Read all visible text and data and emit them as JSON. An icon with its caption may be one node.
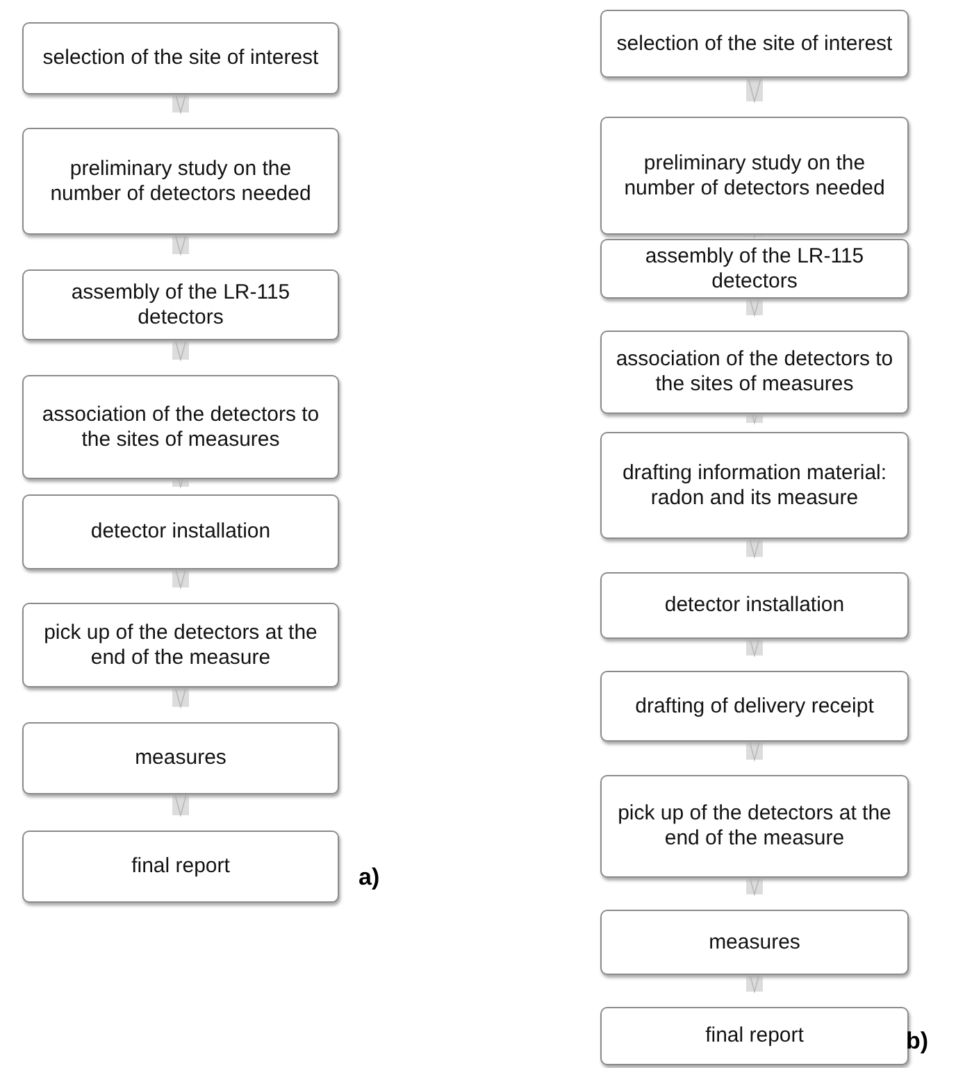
{
  "diagram": {
    "nodes": [
      {
        "text": [
          "selection of the site of interest"
        ]
      },
      {
        "text": [
          "preliminary study on the number of detectors needed"
        ]
      },
      {
        "text": [
          "assembly of the LR-115 detectors"
        ]
      },
      {
        "text": [
          "association of the detectors to the sites of measures"
        ]
      },
      {
        "text": [
          "detector installation"
        ]
      },
      {
        "text": [
          "pick up of the detectors at the end of the measure"
        ]
      },
      {
        "text": [
          "measures"
        ]
      },
      {
        "text": [
          "final report"
        ]
      },
      {
        "text": [
          "selection of the site of interest"
        ]
      },
      {
        "text": [
          "preliminary study on the number of detectors needed"
        ]
      },
      {
        "text": [
          "assembly of the LR-115 detectors"
        ]
      },
      {
        "text": [
          "association of the detectors to the sites of measures"
        ]
      },
      {
        "text": [
          "drafting information material: radon and its measure"
        ]
      },
      {
        "text": [
          "detector installation"
        ]
      },
      {
        "text": [
          "drafting of delivery receipt"
        ]
      },
      {
        "text": [
          "pick up of the detectors at the end of the measure"
        ]
      },
      {
        "text": [
          "measures"
        ]
      },
      {
        "text": [
          "final report"
        ]
      }
    ],
    "edges": [
      {
        "from": 0,
        "to": 1,
        "arrow": "to"
      },
      {
        "from": 1,
        "to": 2,
        "arrow": "to"
      },
      {
        "from": 2,
        "to": 3,
        "arrow": "to"
      },
      {
        "from": 3,
        "to": 4,
        "arrow": "to"
      },
      {
        "from": 4,
        "to": 5,
        "arrow": "to"
      },
      {
        "from": 5,
        "to": 6,
        "arrow": "to"
      },
      {
        "from": 6,
        "to": 7,
        "arrow": "to"
      },
      {
        "from": 8,
        "to": 9,
        "arrow": "to"
      },
      {
        "from": 9,
        "to": 10,
        "arrow": "to"
      },
      {
        "from": 10,
        "to": 11,
        "arrow": "to"
      },
      {
        "from": 11,
        "to": 12,
        "arrow": "to"
      },
      {
        "from": 12,
        "to": 13,
        "arrow": "to"
      },
      {
        "from": 13,
        "to": 14,
        "arrow": "to"
      },
      {
        "from": 14,
        "to": 15,
        "arrow": "to"
      },
      {
        "from": 15,
        "to": 16,
        "arrow": "to"
      },
      {
        "from": 16,
        "to": 17,
        "arrow": "to"
      }
    ],
    "labels": [
      "a)",
      "b)"
    ]
  }
}
